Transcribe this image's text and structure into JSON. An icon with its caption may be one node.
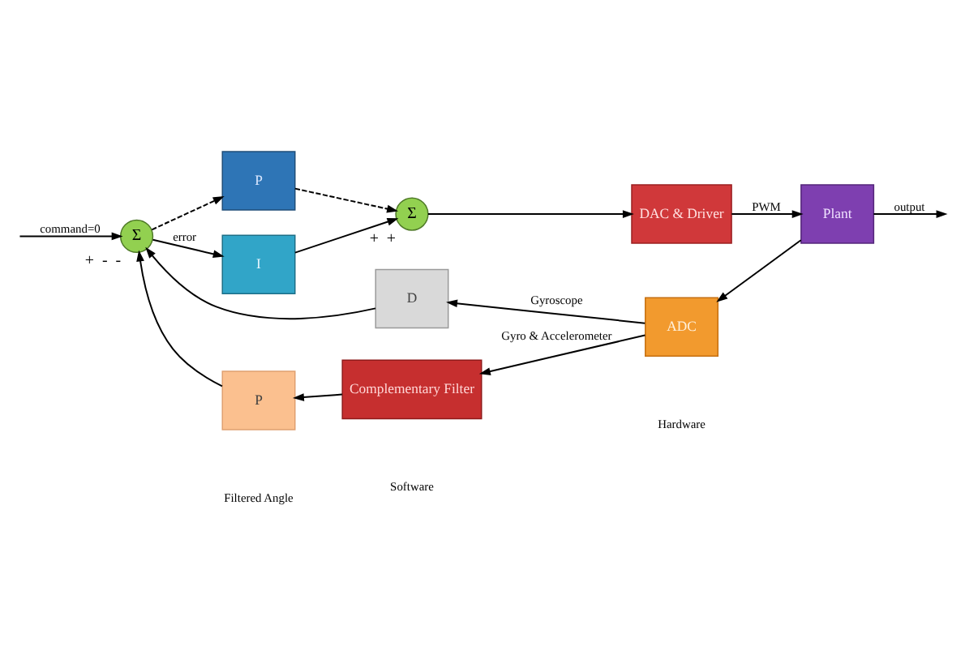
{
  "diagram": {
    "nodes": [
      {
        "text": [
          "Σ"
        ],
        "beside": [
          "+",
          "-",
          "-"
        ]
      },
      {
        "text": [
          "P"
        ]
      },
      {
        "text": [
          "I"
        ]
      },
      {
        "text": [
          "Σ"
        ],
        "beside": [
          "+",
          "+"
        ]
      },
      {
        "text": [
          "DAC & Driver"
        ]
      },
      {
        "text": [
          "Plant"
        ]
      },
      {
        "text": [
          "ADC"
        ]
      },
      {
        "text": [
          "D"
        ]
      },
      {
        "text": [
          "Complementary Filter"
        ]
      },
      {
        "text": [
          "P"
        ]
      }
    ],
    "edges": [
      {
        "from": null,
        "to": 0,
        "arrow": "to",
        "label": "command=0"
      },
      {
        "from": 0,
        "to": 1,
        "arrow": "to",
        "style": "dashed"
      },
      {
        "from": 0,
        "to": 2,
        "arrow": "to",
        "label": "error"
      },
      {
        "from": 1,
        "to": 3,
        "arrow": "to",
        "style": "dashed"
      },
      {
        "from": 2,
        "to": 3,
        "arrow": "to"
      },
      {
        "from": 3,
        "to": 4,
        "arrow": "to"
      },
      {
        "from": 4,
        "to": 5,
        "arrow": "to",
        "label": "PWM"
      },
      {
        "from": 5,
        "to": null,
        "arrow": "to",
        "label": "output"
      },
      {
        "from": 5,
        "to": 6,
        "arrow": "to"
      },
      {
        "from": 6,
        "to": 7,
        "arrow": "to",
        "label": "Gyroscope"
      },
      {
        "from": 6,
        "to": 8,
        "arrow": "to",
        "label": "Gyro & Accelerometer"
      },
      {
        "from": 8,
        "to": 9,
        "arrow": "to"
      },
      {
        "from": 9,
        "to": 0,
        "arrow": "to"
      },
      {
        "from": 7,
        "to": 0,
        "arrow": "to"
      }
    ],
    "labels": [
      "Filtered Angle",
      "Software",
      "Hardware"
    ]
  }
}
